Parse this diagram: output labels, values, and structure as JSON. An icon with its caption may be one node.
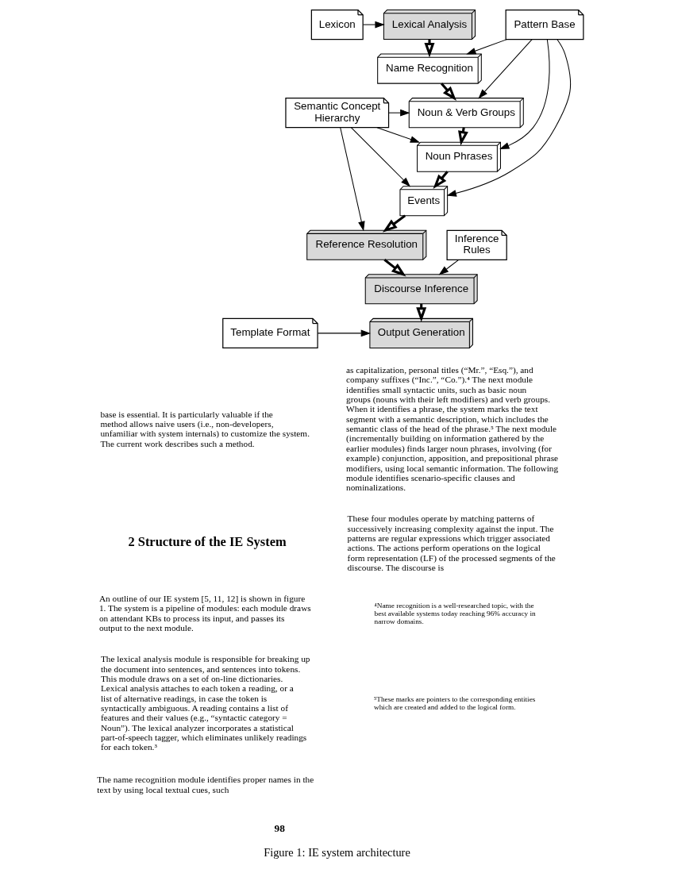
{
  "diagram": {
    "caption": "Figure 1: IE system architecture",
    "nodes": [
      {
        "text": [
          "Lexical Analysis"
        ]
      },
      {
        "text": [
          "Lexicon"
        ]
      },
      {
        "text": [
          "Name Recognition"
        ]
      },
      {
        "text": [
          "Semantic Concept Hierarchy"
        ]
      },
      {
        "text": [
          "Noun & Verb Groups"
        ]
      },
      {
        "text": [
          "Noun Phrases"
        ]
      },
      {
        "text": [
          "Events"
        ]
      },
      {
        "text": [
          "Inference Rules"
        ]
      },
      {
        "text": [
          "Pattern Base"
        ]
      },
      {
        "text": [
          "Reference Resolution"
        ]
      },
      {
        "text": [
          "Discourse Inference"
        ]
      },
      {
        "text": [
          "Template Format"
        ]
      },
      {
        "text": [
          "Output Generation"
        ]
      }
    ],
    "edges": [
      {
        "from": 1,
        "to": 0,
        "arrow": "to"
      },
      {
        "from": 0,
        "to": 2,
        "arrow": "to",
        "style": "thick"
      },
      {
        "from": 2,
        "to": 4,
        "arrow": "to",
        "style": "thick"
      },
      {
        "from": 3,
        "to": 4,
        "arrow": "to"
      },
      {
        "from": 3,
        "to": 5,
        "arrow": "to"
      },
      {
        "from": 3,
        "to": 6,
        "arrow": "to"
      },
      {
        "from": 3,
        "to": 9,
        "arrow": "to"
      },
      {
        "from": 4,
        "to": 5,
        "arrow": "to",
        "style": "thick"
      },
      {
        "from": 8,
        "to": 2,
        "arrow": "to"
      },
      {
        "from": 8,
        "to": 4,
        "arrow": "to"
      },
      {
        "from": 8,
        "to": 5,
        "arrow": "to"
      },
      {
        "from": 8,
        "to": 6,
        "arrow": "to"
      },
      {
        "from": 5,
        "to": 6,
        "arrow": "to",
        "style": "thick"
      },
      {
        "from": 6,
        "to": 9,
        "arrow": "to",
        "style": "thick"
      },
      {
        "from": 7,
        "to": 10,
        "arrow": "to"
      },
      {
        "from": 9,
        "to": 10,
        "arrow": "to",
        "style": "thick"
      },
      {
        "from": 10,
        "to": 12,
        "arrow": "to",
        "style": "thick"
      },
      {
        "from": 11,
        "to": 12,
        "arrow": "to"
      }
    ],
    "labels": [
      "base is essential. It is particularly valuable if the method allows naive users (i.e., non-developers, unfamiliar with system internals) to customize the system. The current work describes such a method.",
      "2 Structure of the IE System",
      "An outline of our IE system [5, 11, 12] is shown in figure 1. The system is a pipeline of modules: each module draws on attendant KBs to process its input, and passes its output to the next module.",
      "The lexical analysis module is responsible for breaking up the document into sentences, and sentences into tokens. This module draws on a set of on-line dictionaries. Lexical analysis attaches to each token a reading, or a list of alternative readings, in case the token is syntactically ambiguous. A reading contains a list of features and their values (e.g., “syntactic category = Noun”). The lexical analyzer incorporates a statistical part-of-speech tagger, which eliminates unlikely readings for each token.³",
      "The name recognition module identifies proper names in the text by using local textual cues, such",
      "as capitalization, personal titles (“Mr.”, “Esq.”), and company suffixes (“Inc.”, “Co.”).⁴ The next module identifies small syntactic units, such as basic noun groups (nouns with their left modifiers) and verb groups. When it identifies a phrase, the system marks the text segment with a semantic description, which includes the semantic class of the head of the phrase.⁵ The next module (incrementally building on information gathered by the earlier modules) finds larger noun phrases, involving (for example) conjunction, apposition, and prepositional phrase modifiers, using local semantic information. The following module identifies scenario-specific clauses and nominalizations.",
      "These four modules operate by matching patterns of successively increasing complexity against the input. The patterns are regular expressions which trigger associated actions. The actions perform operations on the logical form representation (LF) of the processed segments of the discourse. The discourse is",
      "⁴Name recognition is a well-researched topic, with the best available systems today reaching 96% accuracy in narrow domains.",
      "⁵These marks are pointers to the corresponding entities which are created and added to the logical form.",
      "98"
    ]
  }
}
